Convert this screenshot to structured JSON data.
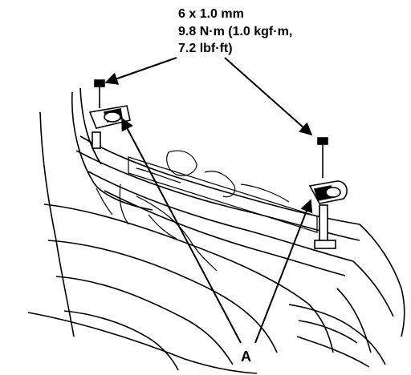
{
  "spec": {
    "line1": "6 x 1.0 mm",
    "line2": "9.8 N·m (1.0 kgf·m,",
    "line3": "7.2 lbf·ft)"
  },
  "label_a": "A",
  "colors": {
    "ink": "#000000",
    "paper": "#ffffff"
  },
  "icons": [
    "bolt-icon",
    "bracket-icon"
  ]
}
